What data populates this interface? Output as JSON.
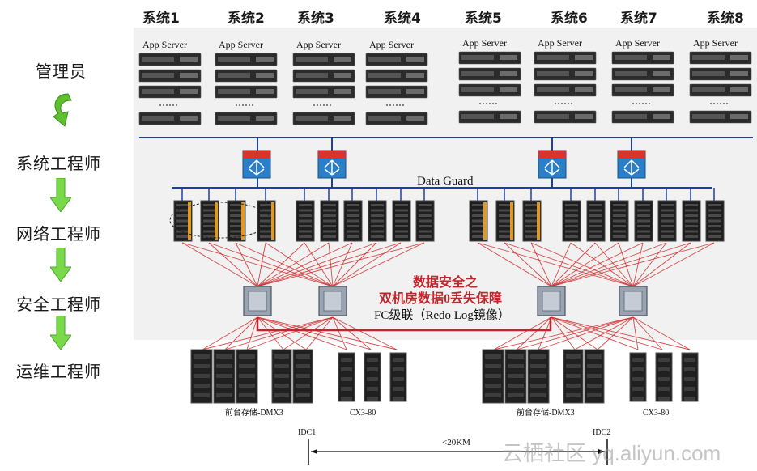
{
  "systems": [
    "系统1",
    "系统2",
    "系统3",
    "系统4",
    "系统5",
    "系统6",
    "系统7",
    "系统8"
  ],
  "app_server_label": "App Server",
  "roles": [
    "管理员",
    "系统工程师",
    "网络工程师",
    "安全工程师",
    "运维工程师"
  ],
  "data_guard": "Data Guard",
  "security_title_line1": "数据安全之",
  "security_title_line2": "双机房数据0丢失保障",
  "fc_link": "FC级联（Redo Log镜像）",
  "storage_left_dmx": "前台存储-DMX3",
  "storage_left_cx": "CX3-80",
  "storage_right_dmx": "前台存储-DMX3",
  "storage_right_cx": "CX3-80",
  "idc1": "IDC1",
  "idc2": "IDC2",
  "distance": "<20KM",
  "watermark": "云栖社区 yq.aliyun.com",
  "colors": {
    "link": "#d12b2b",
    "bus": "#1b3fa8",
    "arrow": "#6fcf3a"
  }
}
